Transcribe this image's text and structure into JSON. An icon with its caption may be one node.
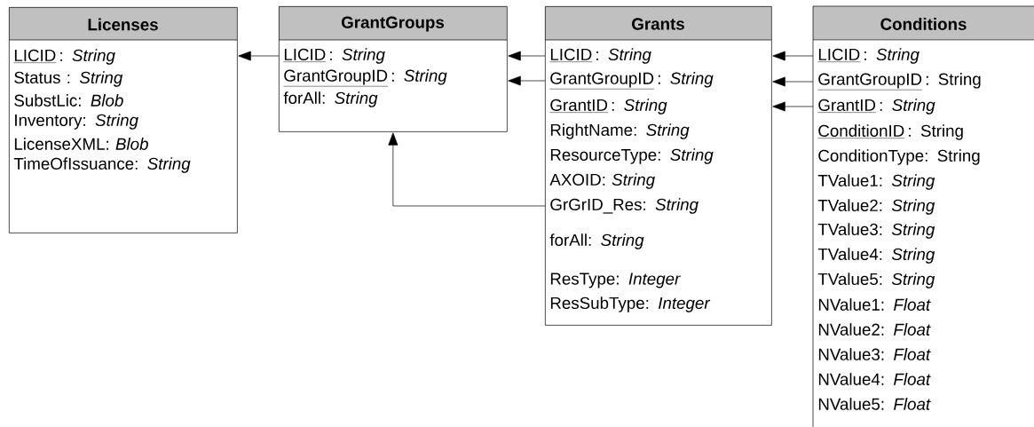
{
  "diagram": {
    "nodes": [
      {
        "text": [
          "Licenses"
        ]
      },
      {
        "text": [
          "LICID",
          ": *String*"
        ],
        "in": 0
      },
      {
        "text": [
          "Status : *String*"
        ],
        "in": 0
      },
      {
        "text": [
          "SubstLic: *Blob*"
        ],
        "in": 0
      },
      {
        "text": [
          "Inventory: *String*"
        ],
        "in": 0
      },
      {
        "text": [
          "LicenseXML: *Blob*"
        ],
        "in": 0
      },
      {
        "text": [
          "TimeOfIssuance: *String*"
        ],
        "in": 0
      },
      {
        "text": [
          "GrantGroups"
        ]
      },
      {
        "text": [
          "LICID",
          ": *String*"
        ],
        "in": 7
      },
      {
        "text": [
          "GrantGroupID",
          ": *String*"
        ],
        "in": 7
      },
      {
        "text": [
          "forAll: *String*"
        ],
        "in": 7
      },
      {
        "text": [
          "Grants"
        ]
      },
      {
        "text": [
          "LICID",
          ": *String*"
        ],
        "in": 11
      },
      {
        "text": [
          "GrantGroupID",
          ": *String*"
        ],
        "in": 11
      },
      {
        "text": [
          "GrantID",
          ": *String*"
        ],
        "in": 11
      },
      {
        "text": [
          "RightName: *String*"
        ],
        "in": 11
      },
      {
        "text": [
          "ResourceType: *String*"
        ],
        "in": 11
      },
      {
        "text": [
          "AXOID: *String*"
        ],
        "in": 11
      },
      {
        "text": [
          "GrGrID_Res: *String*"
        ],
        "in": 11
      },
      {
        "text": [
          "forAll: *String*"
        ],
        "in": 11
      },
      {
        "text": [
          "ResType: *Integer*"
        ],
        "in": 11
      },
      {
        "text": [
          "ResSubType: *Integer*"
        ],
        "in": 11
      },
      {
        "text": [
          "Conditions"
        ]
      },
      {
        "text": [
          "LICID",
          ": *String*"
        ],
        "in": 22
      },
      {
        "text": [
          "GrantGroupID",
          ": String"
        ],
        "in": 22
      },
      {
        "text": [
          "GrantID",
          ": *String*"
        ],
        "in": 22
      },
      {
        "text": [
          "ConditionID",
          ": String"
        ],
        "in": 22
      },
      {
        "text": [
          "ConditionType: String"
        ],
        "in": 22
      },
      {
        "text": [
          "TValue1: *String*"
        ],
        "in": 22
      },
      {
        "text": [
          "TValue2: *String*"
        ],
        "in": 22
      },
      {
        "text": [
          "TValue3: *String*"
        ],
        "in": 22
      },
      {
        "text": [
          "TValue4: *String*"
        ],
        "in": 22
      },
      {
        "text": [
          "TValue5: *String*"
        ],
        "in": 22
      },
      {
        "text": [
          "NValue1: *Float*"
        ],
        "in": 22
      },
      {
        "text": [
          "NValue2: *Float*"
        ],
        "in": 22
      },
      {
        "text": [
          "NValue3: *Float*"
        ],
        "in": 22
      },
      {
        "text": [
          "NValue4: *Float*"
        ],
        "in": 22
      },
      {
        "text": [
          "NValue5: *Float*"
        ],
        "in": 22
      }
    ],
    "edges": [
      {
        "from": 8,
        "to": 0,
        "arrow": "to"
      },
      {
        "from": 12,
        "to": 7,
        "arrow": "to"
      },
      {
        "from": 13,
        "to": 7,
        "arrow": "to"
      },
      {
        "from": 23,
        "to": 11,
        "arrow": "to"
      },
      {
        "from": 24,
        "to": 11,
        "arrow": "to"
      },
      {
        "from": 25,
        "to": 11,
        "arrow": "to"
      },
      {
        "from": 18,
        "to": 7,
        "arrow": "to"
      }
    ]
  }
}
